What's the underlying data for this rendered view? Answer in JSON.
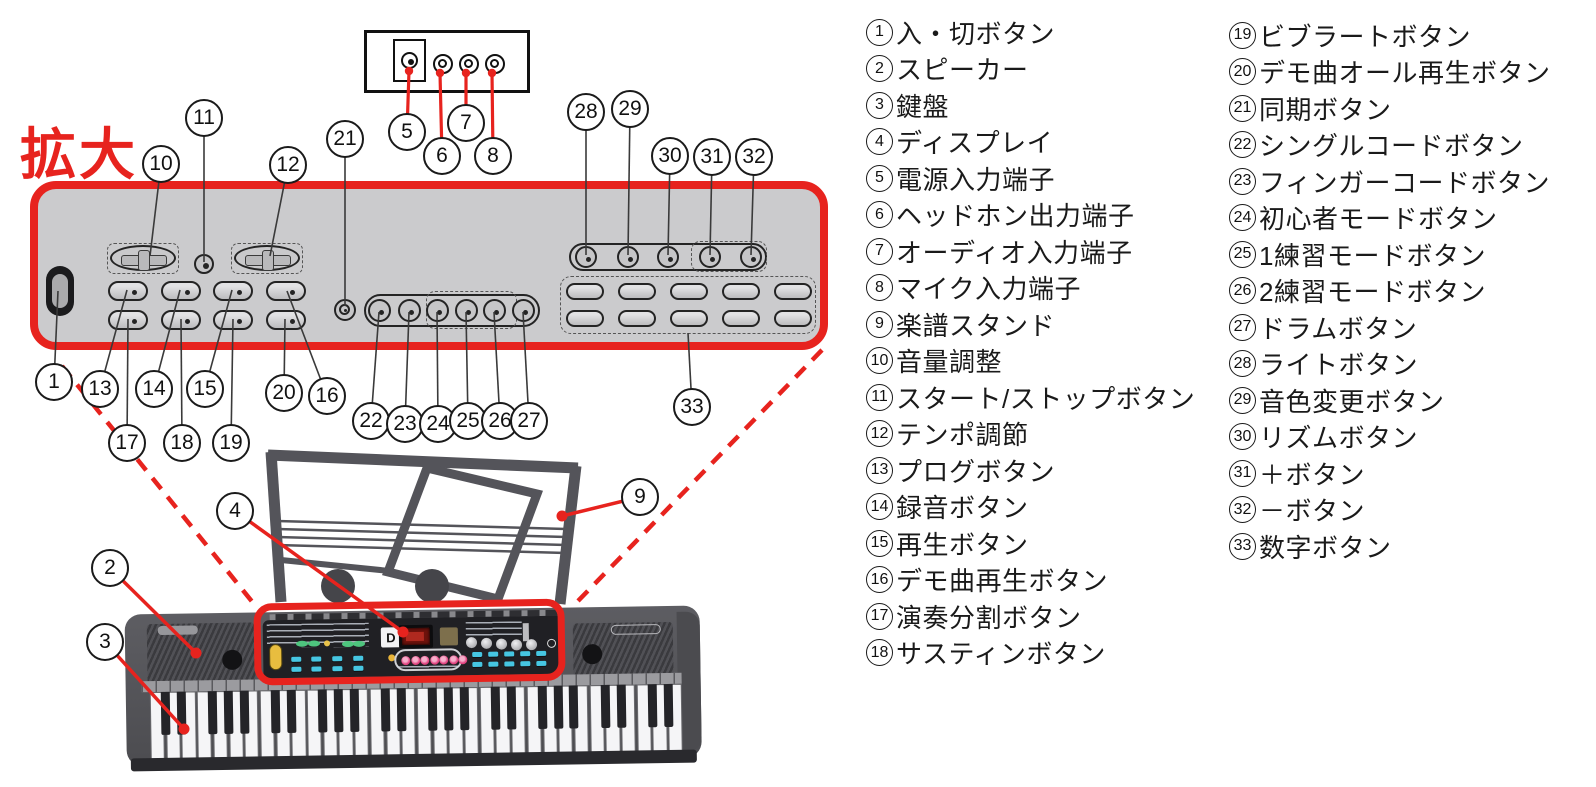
{
  "figure_title": "拡大",
  "colors": {
    "accent_red": "#e7231e",
    "panel_gray": "#cbcbcd",
    "body_gray": "#55555a"
  },
  "display_logo": "D",
  "callouts": [
    "1",
    "2",
    "3",
    "4",
    "5",
    "6",
    "7",
    "8",
    "9",
    "10",
    "11",
    "12",
    "13",
    "14",
    "15",
    "16",
    "17",
    "18",
    "19",
    "20",
    "21",
    "22",
    "23",
    "24",
    "25",
    "26",
    "27",
    "28",
    "29",
    "30",
    "31",
    "32",
    "33"
  ],
  "legend": {
    "column1": [
      {
        "num": "1",
        "label": "入・切ボタン"
      },
      {
        "num": "2",
        "label": "スピーカー"
      },
      {
        "num": "3",
        "label": "鍵盤"
      },
      {
        "num": "4",
        "label": "ディスプレイ"
      },
      {
        "num": "5",
        "label": "電源入力端子"
      },
      {
        "num": "6",
        "label": "ヘッドホン出力端子"
      },
      {
        "num": "7",
        "label": "オーディオ入力端子"
      },
      {
        "num": "8",
        "label": "マイク入力端子"
      },
      {
        "num": "9",
        "label": "楽譜スタンド"
      },
      {
        "num": "10",
        "label": "音量調整"
      },
      {
        "num": "11",
        "label": "スタート/ストップボタン"
      },
      {
        "num": "12",
        "label": "テンポ調節"
      },
      {
        "num": "13",
        "label": "プログボタン"
      },
      {
        "num": "14",
        "label": "録音ボタン"
      },
      {
        "num": "15",
        "label": "再生ボタン"
      },
      {
        "num": "16",
        "label": "デモ曲再生ボタン"
      },
      {
        "num": "17",
        "label": "演奏分割ボタン"
      },
      {
        "num": "18",
        "label": "サスティンボタン"
      }
    ],
    "column2": [
      {
        "num": "19",
        "label": "ビブラートボタン"
      },
      {
        "num": "20",
        "label": "デモ曲オール再生ボタン"
      },
      {
        "num": "21",
        "label": "同期ボタン"
      },
      {
        "num": "22",
        "label": "シングルコードボタン"
      },
      {
        "num": "23",
        "label": "フィンガーコードボタン"
      },
      {
        "num": "24",
        "label": "初心者モードボタン"
      },
      {
        "num": "25",
        "label": "1練習モードボタン"
      },
      {
        "num": "26",
        "label": "2練習モードボタン"
      },
      {
        "num": "27",
        "label": "ドラムボタン"
      },
      {
        "num": "28",
        "label": "ライトボタン"
      },
      {
        "num": "29",
        "label": "音色変更ボタン"
      },
      {
        "num": "30",
        "label": "リズムボタン"
      },
      {
        "num": "31",
        "label": "＋ボタン"
      },
      {
        "num": "32",
        "label": "－ボタン"
      },
      {
        "num": "33",
        "label": "数字ボタン"
      }
    ]
  }
}
